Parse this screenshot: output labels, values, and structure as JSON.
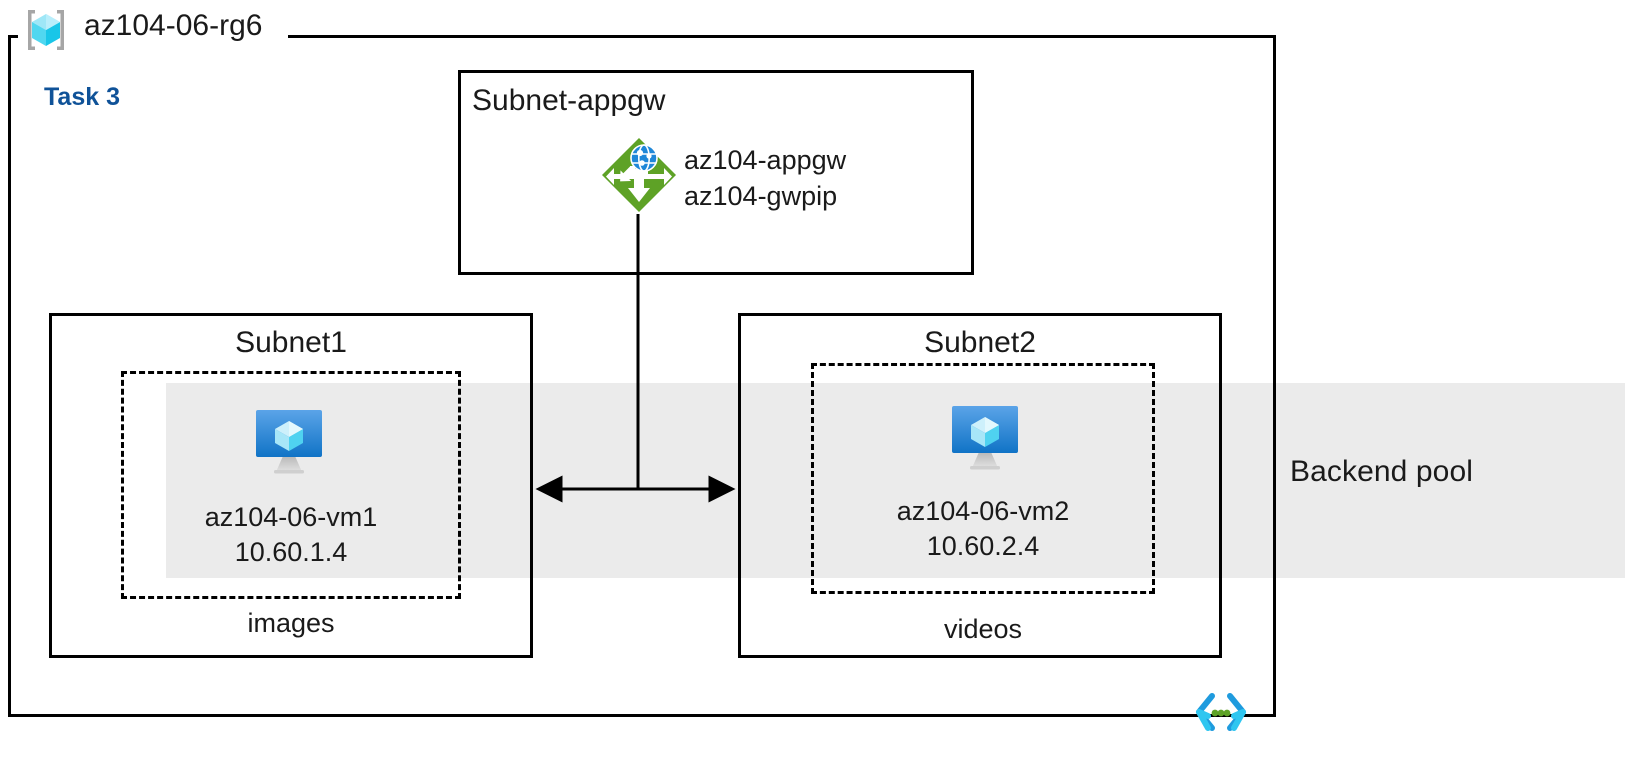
{
  "diagram": {
    "title": "az104-06-rg6",
    "task_label": "Task 3",
    "resource_group_icon": "resource-group-cube-icon",
    "code_icon": "code-brackets-icon",
    "colors": {
      "task_accent": "#0f5298",
      "backend_band": "#ebebeb",
      "border": "#000000",
      "appgw_green": "#5ea226",
      "vm_blue": "#2a87d8",
      "cube_cyan": "#9fe6f5",
      "code_icon_blue": "#1f9bde",
      "code_icon_green": "#5ea226"
    },
    "backend_pool": {
      "label": "Backend pool"
    },
    "subnets": [
      {
        "id": "subnet-appgw",
        "title": "Subnet-appgw",
        "resource": {
          "icon": "application-gateway-icon",
          "lines": [
            "az104-appgw",
            "az104-gwpip"
          ]
        }
      },
      {
        "id": "subnet1",
        "title": "Subnet1",
        "vm": {
          "icon": "virtual-machine-icon",
          "name": "az104-06-vm1",
          "ip": "10.60.1.4"
        },
        "sublabel": "images"
      },
      {
        "id": "subnet2",
        "title": "Subnet2",
        "vm": {
          "icon": "virtual-machine-icon",
          "name": "az104-06-vm2",
          "ip": "10.60.2.4"
        },
        "sublabel": "videos"
      }
    ]
  }
}
